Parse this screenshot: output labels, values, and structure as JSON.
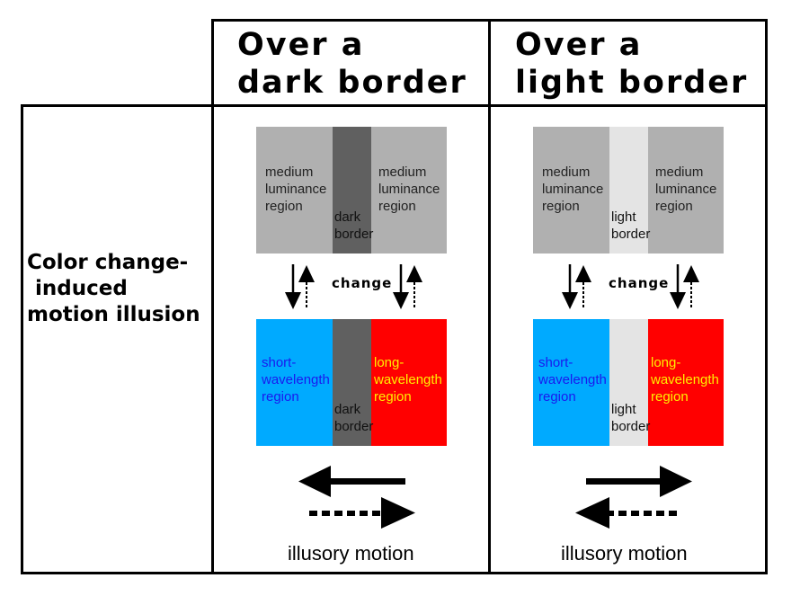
{
  "header": {
    "dark_line1": "Over a",
    "dark_line2": "dark border",
    "light_line1": "Over a",
    "light_line2": "light border"
  },
  "row_label": {
    "line1": "Color change-",
    "line2": "induced",
    "line3": "motion illusion"
  },
  "regions": {
    "medium_l1": "medium",
    "medium_l2": "luminance",
    "medium_l3": "region",
    "short_l1": "short-",
    "short_l2": "wavelength",
    "short_l3": "region",
    "long_l1": "long-",
    "long_l2": "wavelength",
    "long_l3": "region"
  },
  "dark_border": {
    "l1": "dark",
    "l2": "border"
  },
  "light_border": {
    "l1": "light",
    "l2": "border"
  },
  "change_label": "change",
  "illusory_label": "illusory motion",
  "colors": {
    "medium_gray": "#b0b0b0",
    "dark_border": "#606060",
    "light_border": "#e4e4e4",
    "short_blue": "#00aaff",
    "long_red": "#ff0000",
    "short_text": "#1a1aee",
    "long_text": "#ffee00"
  }
}
